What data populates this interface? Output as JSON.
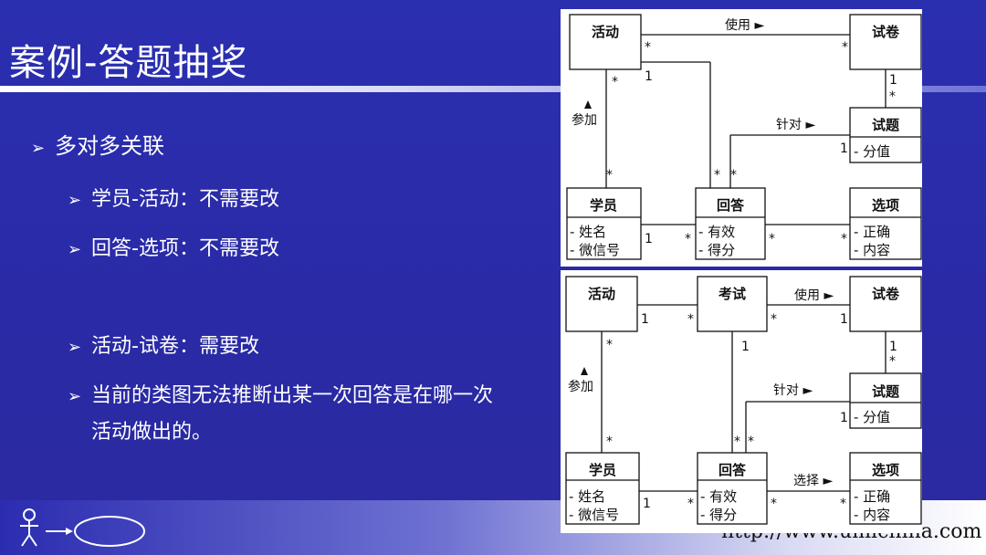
{
  "slide": {
    "title": "案例-答题抽奖",
    "bullet_main": "多对多关联",
    "sub1": "学员-活动：不需要改",
    "sub2": "回答-选项：不需要改",
    "sub3": "活动-试卷：需要改",
    "sub4_line1": "当前的类图无法推断出某一次回答是在哪一次",
    "sub4_line2": "活动做出的。",
    "arrow_glyph": "➢",
    "footer_url": "http://www.umlchina.com"
  },
  "diagram_top": {
    "classes": {
      "activity": "活动",
      "paper": "试卷",
      "question": "试题",
      "student": "学员",
      "answer": "回答",
      "option": "选项"
    },
    "attrs": {
      "question_a1": "-   分值",
      "student_a1": "-   姓名",
      "student_a2": "-   微信号",
      "answer_a1": "-   有效",
      "answer_a2": "-   得分",
      "option_a1": "-   正确",
      "option_a2": "-   内容"
    },
    "labels": {
      "use": "使用 ►",
      "target": "针对 ►",
      "join": "参加"
    },
    "mult": {
      "one": "1",
      "many": "*"
    }
  },
  "diagram_bottom": {
    "classes": {
      "activity": "活动",
      "exam": "考试",
      "paper": "试卷",
      "question": "试题",
      "student": "学员",
      "answer": "回答",
      "option": "选项"
    },
    "attrs": {
      "question_a1": "-   分值",
      "student_a1": "-   姓名",
      "student_a2": "-   微信号",
      "answer_a1": "-   有效",
      "answer_a2": "-   得分",
      "option_a1": "-   正确",
      "option_a2": "-   内容"
    },
    "labels": {
      "use": "使用 ►",
      "target": "针对 ►",
      "choose": "选择 ►",
      "join": "参加"
    },
    "mult": {
      "one": "1",
      "many": "*"
    }
  }
}
